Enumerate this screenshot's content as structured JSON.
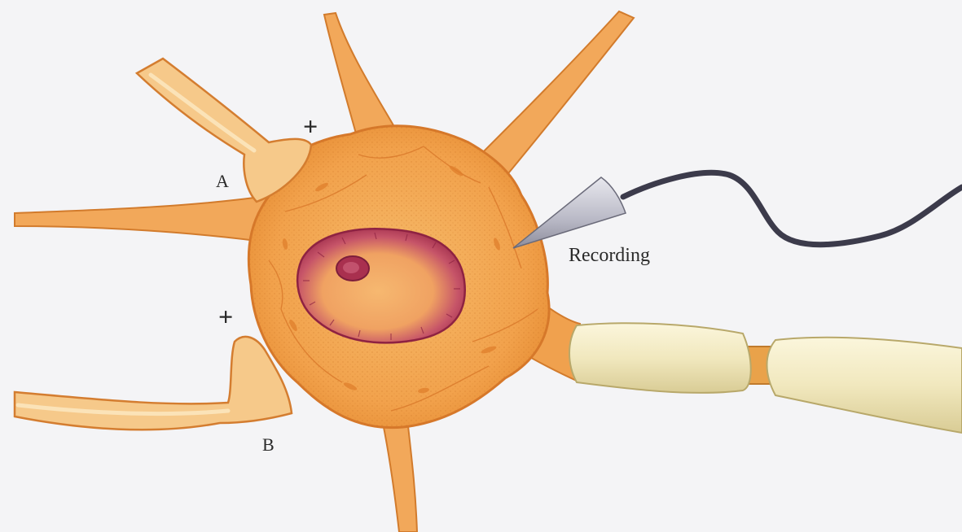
{
  "labels": {
    "synapse_a": "A",
    "synapse_b": "B",
    "plus_a": "+",
    "plus_b": "+",
    "recording": "Recording"
  },
  "colors": {
    "background": "#f4f4f6",
    "cell_body": "#f2ad55",
    "cell_dark": "#e08a32",
    "membrane_edge": "#d87a2a",
    "dendrite_fill": "#f6c98a",
    "nucleus": "#b23a5c",
    "nucleus_inner": "#f4b066",
    "axon": "#f3ecc6",
    "node_of_ranvier": "#e9a24a",
    "electrode": "#c9c9d3",
    "wire": "#3c3b4b"
  }
}
